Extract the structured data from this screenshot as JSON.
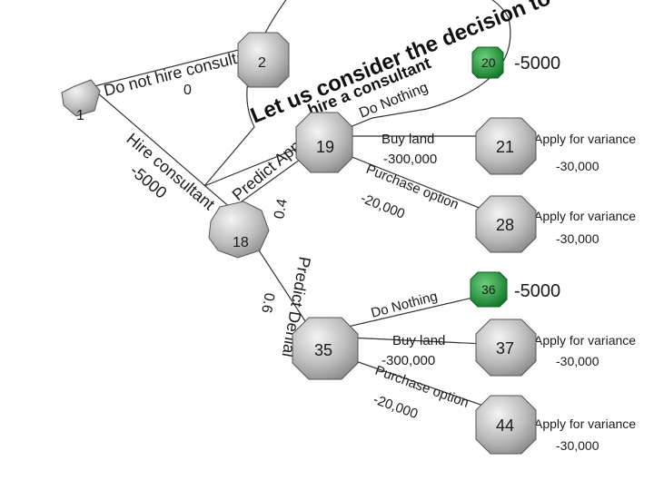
{
  "callout": {
    "line1": "Let us consider the decision to",
    "line2": "hire a consultant",
    "line3": "Do Nothing"
  },
  "nodes": {
    "n1": "1",
    "n2": "2",
    "n18": "18",
    "n19": "19",
    "n20": "20",
    "n21": "21",
    "n28": "28",
    "n35": "35",
    "n36": "36",
    "n37": "37",
    "n44": "44"
  },
  "branches": {
    "not_hire": "Do not hire consultant",
    "not_hire_cost": "0",
    "hire": "Hire consultant",
    "hire_cost": "-5000",
    "approval": "Predict Approval",
    "approval_prob": "0.4",
    "denial": "Predict Denial",
    "denial_prob": "0.6",
    "n19_buy": "Buy land",
    "n19_buy_cost": "-300,000",
    "n19_purchase": "Purchase option",
    "n19_purchase_cost": "-20,000",
    "n35_nothing": "Do Nothing",
    "n35_buy": "Buy land",
    "n35_buy_cost": "-300,000",
    "n35_purchase": "Purchase option",
    "n35_purchase_cost": "-20,000"
  },
  "outcomes": {
    "n20_value": "-5000",
    "n21_label": "Apply for variance",
    "n21_value": "-30,000",
    "n28_label": "Apply for variance",
    "n28_value": "-30,000",
    "n36_value": "-5000",
    "n37_label": "Apply for variance",
    "n37_value": "-30,000",
    "n44_label": "Apply for variance",
    "n44_value": "-30,000"
  },
  "colors": {
    "node_light": "#eeeeee",
    "node_mid": "#b8b8b8",
    "node_dark": "#8a8a8a",
    "node_green": "#1f9a3a",
    "edge": "#333333"
  }
}
